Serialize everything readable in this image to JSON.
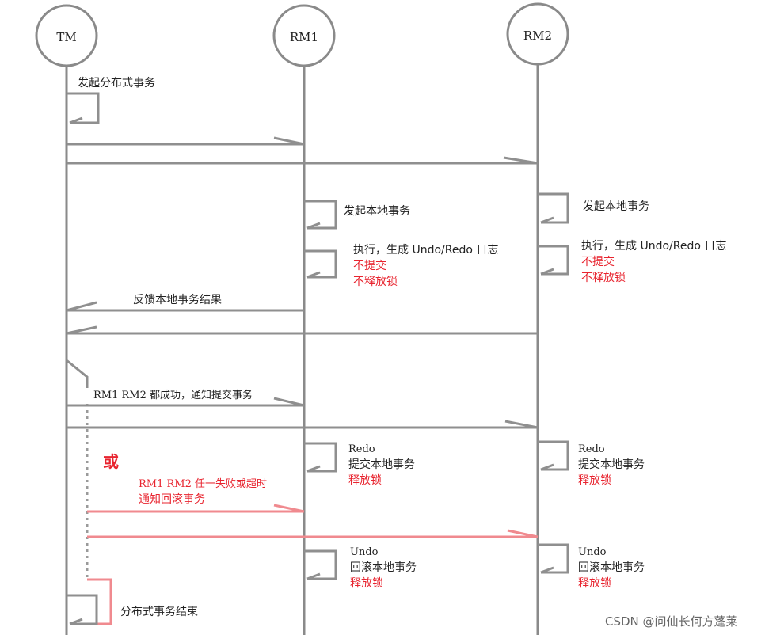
{
  "actors": [
    {
      "id": "tm",
      "name": "TM"
    },
    {
      "id": "rm1",
      "name": "RM1"
    },
    {
      "id": "rm2",
      "name": "RM2"
    }
  ],
  "labels": {
    "tm_start": "发起分布式事务",
    "rm1_begin": "发起本地事务",
    "rm2_begin": "发起本地事务",
    "rm1_exec_1": "执行，生成 Undo/Redo 日志",
    "rm1_exec_2": "不提交",
    "rm1_exec_3": "不释放锁",
    "rm2_exec_1": "执行，生成 Undo/Redo 日志",
    "rm2_exec_2": "不提交",
    "rm2_exec_3": "不释放锁",
    "feedback": "反馈本地事务结果",
    "commit_notice": "RM1 RM2 都成功，通知提交事务",
    "rm1_redo_1": "Redo",
    "rm1_redo_2": "提交本地事务",
    "rm1_redo_3": "释放锁",
    "rm2_redo_1": "Redo",
    "rm2_redo_2": "提交本地事务",
    "rm2_redo_3": "释放锁",
    "or_mark": "或",
    "rollback_1": "RM1 RM2 任一失败或超时",
    "rollback_2": "通知回滚事务",
    "rm1_undo_1": "Undo",
    "rm1_undo_2": "回滚本地事务",
    "rm1_undo_3": "释放锁",
    "rm2_undo_1": "Undo",
    "rm2_undo_2": "回滚本地事务",
    "rm2_undo_3": "释放锁",
    "tm_end": "分布式事务结束"
  },
  "watermark": "CSDN @问仙长何方蓬莱",
  "colors": {
    "line": "#8f8f8f",
    "highlight": "#e8242f",
    "highlight_line": "#f08a8f"
  }
}
